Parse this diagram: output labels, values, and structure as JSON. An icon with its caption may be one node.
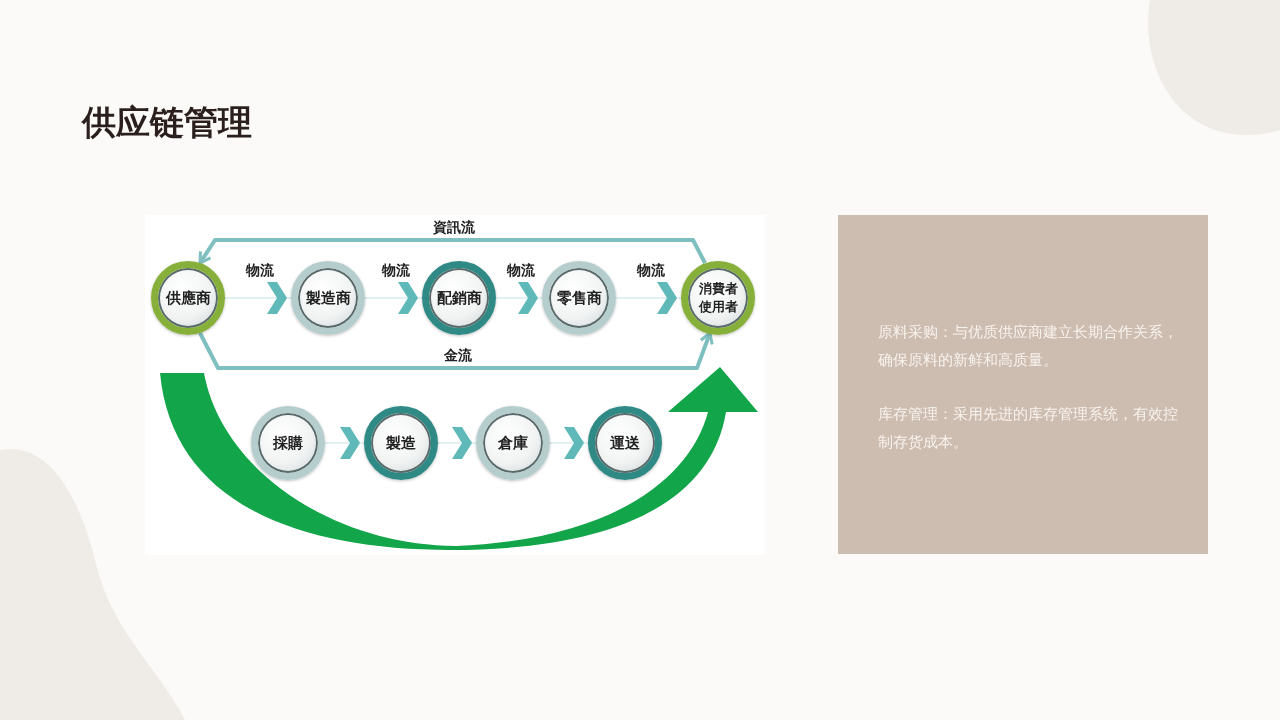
{
  "diagram": {
    "title": "供应链管理",
    "nodes": [
      {
        "text": [
          "供應商"
        ]
      },
      {
        "text": [
          "製造商"
        ]
      },
      {
        "text": [
          "配銷商"
        ]
      },
      {
        "text": [
          "零售商"
        ]
      },
      {
        "text": [
          "消費者使用者"
        ]
      },
      {
        "text": [
          "採購"
        ]
      },
      {
        "text": [
          "製造"
        ]
      },
      {
        "text": [
          "倉庫"
        ]
      },
      {
        "text": [
          "運送"
        ]
      },
      {
        "text": [
          "原料采购：与优质供应商建立长期合作关系，确保原料的新鲜和高质量。",
          "库存管理：采用先进的库存管理系统，有效控制存货成本。"
        ]
      }
    ],
    "edges": [
      {
        "from": 4,
        "to": 0,
        "arrow": "to",
        "label": "資訊流",
        "style": "thick",
        "color": "#7fbfc0"
      },
      {
        "from": 0,
        "to": 1,
        "arrow": "to",
        "label": "物流"
      },
      {
        "from": 1,
        "to": 2,
        "arrow": "to",
        "label": "物流"
      },
      {
        "from": 2,
        "to": 3,
        "arrow": "to",
        "label": "物流"
      },
      {
        "from": 3,
        "to": 4,
        "arrow": "to",
        "label": "物流"
      },
      {
        "from": 0,
        "to": 4,
        "arrow": "to",
        "label": "金流",
        "style": "thick",
        "color": "#7fbfc0"
      },
      {
        "from": 0,
        "to": 4,
        "arrow": "to",
        "style": "thick",
        "color": "#12a54a"
      },
      {
        "from": 5,
        "to": 6,
        "arrow": "to"
      },
      {
        "from": 6,
        "to": 7,
        "arrow": "to"
      },
      {
        "from": 7,
        "to": 8,
        "arrow": "to"
      }
    ]
  }
}
